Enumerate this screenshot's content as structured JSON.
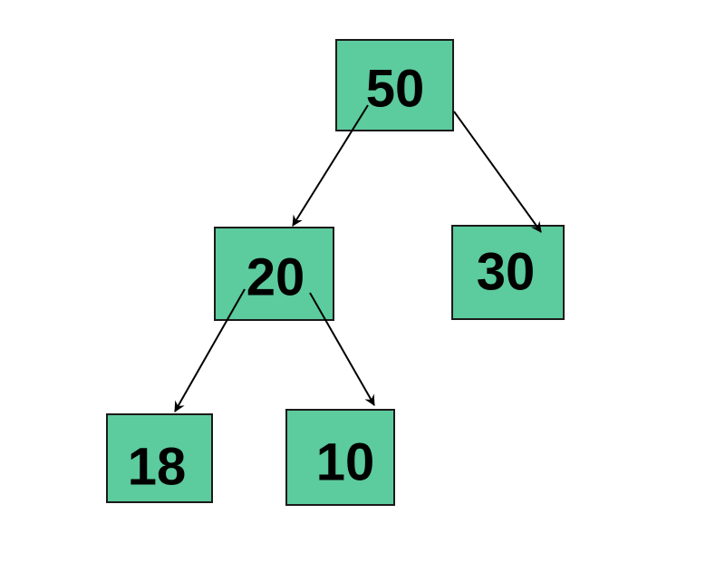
{
  "colors": {
    "node_fill": "#5ccb9d",
    "node_border": "#1a1a1a",
    "edge": "#000000"
  },
  "nodes": [
    {
      "id": "n50",
      "label": "50"
    },
    {
      "id": "n20",
      "label": "20"
    },
    {
      "id": "n30",
      "label": "30"
    },
    {
      "id": "n18",
      "label": "18"
    },
    {
      "id": "n10",
      "label": "10"
    }
  ],
  "edges": [
    {
      "from": "n50",
      "to": "n20"
    },
    {
      "from": "n50",
      "to": "n30"
    },
    {
      "from": "n20",
      "to": "n18"
    },
    {
      "from": "n20",
      "to": "n10"
    }
  ]
}
